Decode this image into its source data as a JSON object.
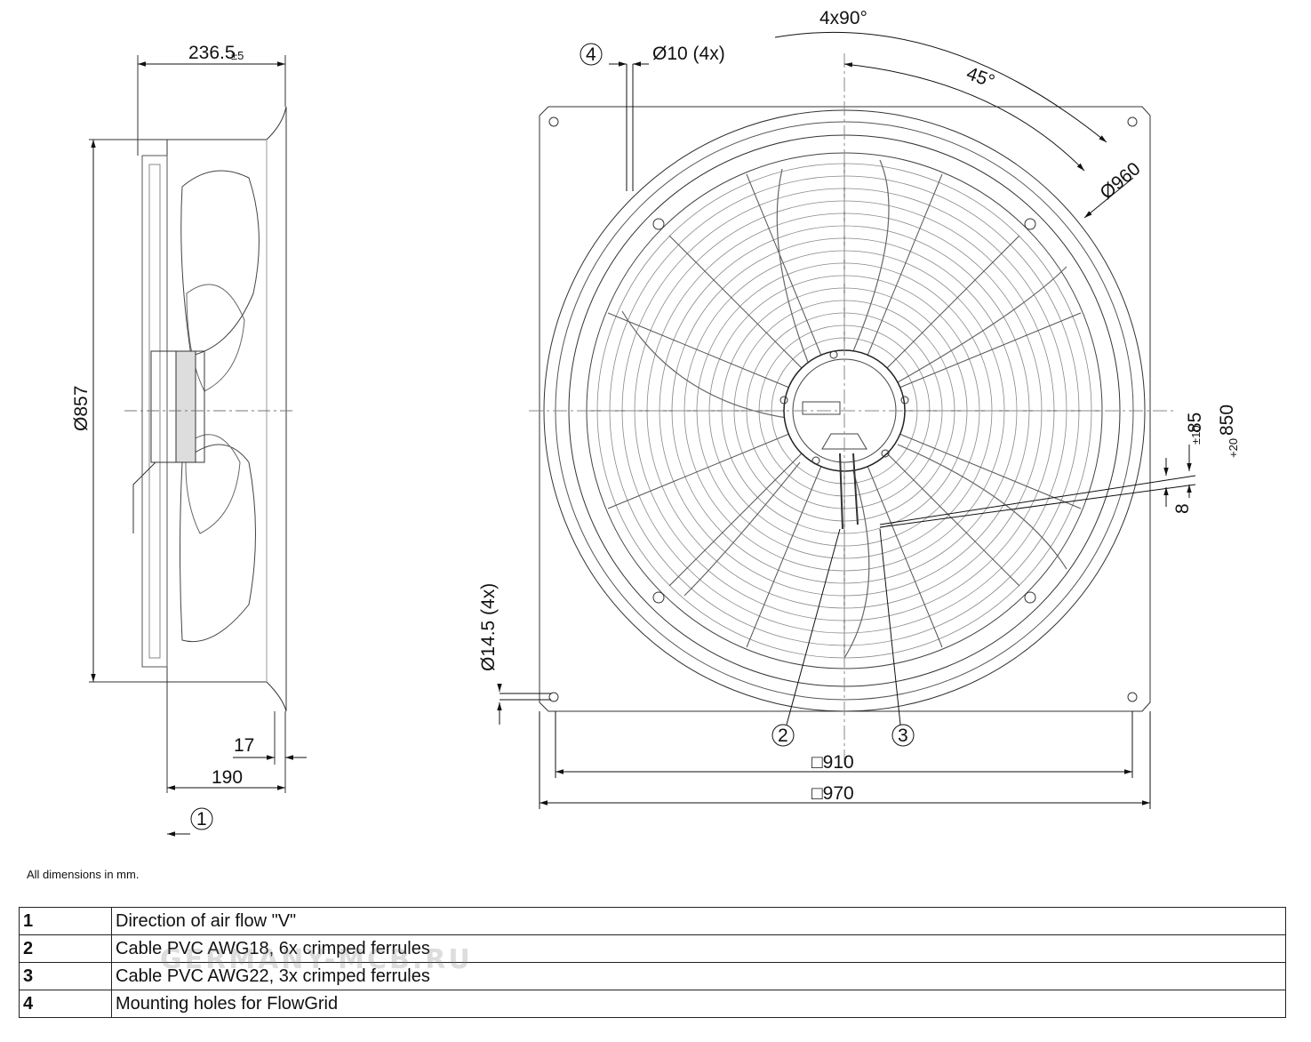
{
  "dimensions": {
    "side_depth": "236.5",
    "side_depth_tol": "±5",
    "side_diameter": "Ø857",
    "side_17": "17",
    "side_190": "190",
    "angle_4x90": "4x90°",
    "angle_45": "45°",
    "hole_small": "Ø10 (4x)",
    "hole_large": "Ø14.5 (4x)",
    "dia_960": "Ø960",
    "dim_85": "85",
    "dim_85_tol": "±10",
    "dim_850": "850",
    "dim_850_tol": "+20",
    "dim_8": "8",
    "square_910": "□910",
    "square_970": "□970"
  },
  "callouts": {
    "c1": "1",
    "c2": "2",
    "c3": "3",
    "c4": "4"
  },
  "note": "All dimensions in mm.",
  "legend": [
    {
      "num": "1",
      "text": "Direction of air flow \"V\""
    },
    {
      "num": "2",
      "text": "Cable PVC AWG18, 6x crimped ferrules"
    },
    {
      "num": "3",
      "text": "Cable PVC AWG22, 3x crimped ferrules"
    },
    {
      "num": "4",
      "text": "Mounting holes for FlowGrid"
    }
  ],
  "watermark": "GERMANY-MCB.RU"
}
